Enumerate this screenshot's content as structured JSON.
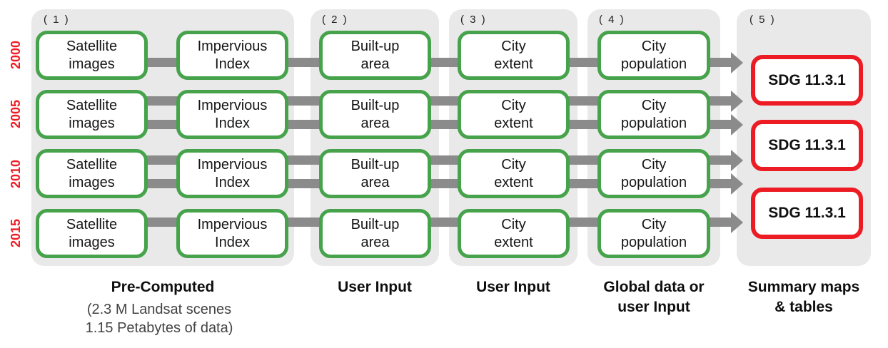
{
  "colors": {
    "green": "#46a34b",
    "red": "#ed1c24",
    "connector_gray": "#8b8b8b",
    "panel_gray": "#e9e9e9"
  },
  "steps": [
    "( 1 )",
    "( 2 )",
    "( 3 )",
    "( 4 )",
    "( 5 )"
  ],
  "rows": [
    {
      "year": "2000",
      "cells": [
        "Satellite\nimages",
        "Impervious\nIndex",
        "Built-up\narea",
        "City\nextent",
        "City\npopulation"
      ]
    },
    {
      "year": "2005",
      "cells": [
        "Satellite\nimages",
        "Impervious\nIndex",
        "Built-up\narea",
        "City\nextent",
        "City\npopulation"
      ]
    },
    {
      "year": "2010",
      "cells": [
        "Satellite\nimages",
        "Impervious\nIndex",
        "Built-up\narea",
        "City\nextent",
        "City\npopulation"
      ]
    },
    {
      "year": "2015",
      "cells": [
        "Satellite\nimages",
        "Impervious\nIndex",
        "Built-up\narea",
        "City\nextent",
        "City\npopulation"
      ]
    }
  ],
  "outputs": [
    "SDG 11.3.1",
    "SDG 11.3.1",
    "SDG 11.3.1"
  ],
  "footers": [
    {
      "label": "Pre-Computed",
      "caption": "(2.3 M Landsat scenes\n1.15 Petabytes of data)"
    },
    {
      "label": "User Input"
    },
    {
      "label": "User Input"
    },
    {
      "label": "Global data or\nuser Input"
    },
    {
      "label": "Summary maps\n& tables"
    }
  ]
}
